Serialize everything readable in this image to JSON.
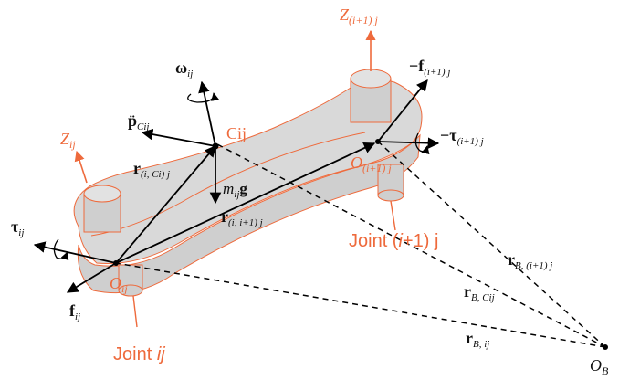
{
  "colors": {
    "link_fill": "#d9d9d9",
    "link_stroke": "#ee6a3c",
    "accent": "#ee6a3c",
    "vector": "#000000"
  },
  "labels": {
    "z_i1j": {
      "base": "Z",
      "sub": "(i+1) j"
    },
    "z_ij": {
      "base": "Z",
      "sub": "ij"
    },
    "omega_ij": {
      "base": "ω",
      "sub": "ij"
    },
    "p_cij": {
      "base": "p̈",
      "sub": "Cij"
    },
    "cij": "Cij",
    "r_i_ci_j": {
      "base": "r",
      "sub": "(i, Ci) j"
    },
    "m_ij_g": {
      "pre": "m",
      "sub": "ij",
      "post": "g"
    },
    "r_i_i1_j": {
      "base": "r",
      "sub": "(i, i+1) j"
    },
    "tau_ij": {
      "base": "τ",
      "sub": "ij"
    },
    "o_ij": {
      "base": "O",
      "sub": "ij"
    },
    "f_ij": {
      "base": "f",
      "sub": "ij"
    },
    "joint_ij": {
      "base": "Joint ",
      "italic": "ij"
    },
    "neg_f_i1j": {
      "base": "−f",
      "sub": "(i+1) j"
    },
    "o_i1j": {
      "base": "O",
      "sub": "(i+1) j"
    },
    "neg_tau_i1j": {
      "base": "−τ",
      "sub": "(i+1) j"
    },
    "joint_i1j": {
      "base": "Joint (",
      "italic": "i",
      "post": "+1) j"
    },
    "r_b_i1j": {
      "base": "r",
      "sub": "B, (i+1) j"
    },
    "r_b_cij": {
      "base": "r",
      "sub": "B, Cij"
    },
    "r_b_ij": {
      "base": "r",
      "sub": "B, ij"
    },
    "o_b": {
      "base": "O",
      "sub": "B"
    }
  }
}
